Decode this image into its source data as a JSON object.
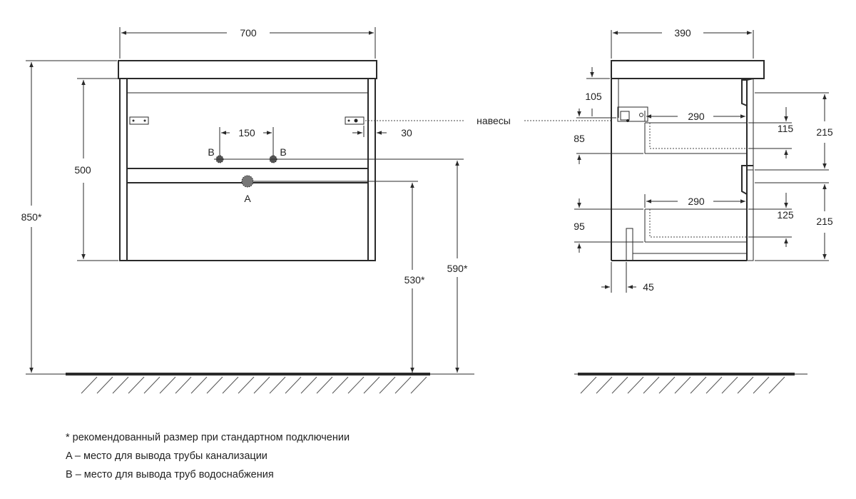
{
  "front_view": {
    "width_dim": "700",
    "inner_height_dim": "500",
    "total_height_dim": "850*",
    "supply_spacing_dim": "150",
    "side_offset_dim": "30",
    "drain_height_dim": "530*",
    "supply_height_dim": "590*",
    "label_a": "A",
    "label_b_left": "B",
    "label_b_right": "B"
  },
  "hinges_label": "навесы",
  "side_view": {
    "depth_dim": "390",
    "top_offset_dim": "105",
    "hinge_offset_dim": "85",
    "drawer1_depth_dim": "290",
    "drawer1_height_dim": "115",
    "drawer1_front_dim": "215",
    "drawer2_depth_dim": "290",
    "drawer2_height_dim": "125",
    "drawer2_front_dim": "215",
    "bottom_offset_dim": "95",
    "foot_dim": "45"
  },
  "notes": [
    "* рекомендованный размер при стандартном подключении",
    "A – место для вывода трубы канализации",
    "B – место для вывода труб водоснабжения"
  ]
}
